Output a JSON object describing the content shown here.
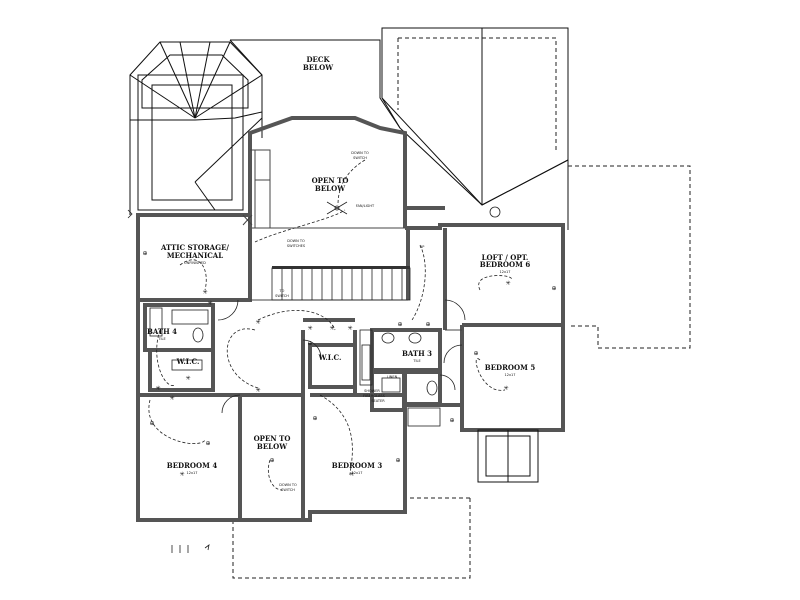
{
  "labels": {
    "deck": [
      "DECK",
      "BELOW"
    ],
    "open_upper": [
      "OPEN TO",
      "BELOW"
    ],
    "attic": [
      "ATTIC STORAGE/",
      "MECHANICAL"
    ],
    "attic_sub": "UNFINISHED",
    "loft": [
      "LOFT / OPT.",
      "BEDROOM 6"
    ],
    "loft_sub": "12x17",
    "bedroom5": "BEDROOM 5",
    "bedroom5_sub": "12x17",
    "bath4": "BATH 4",
    "bath4_sub": "TILE",
    "wic_left": "W.I.C.",
    "wic_center": "W.I.C.",
    "bath3": "BATH 3",
    "bath3_sub": "TILE",
    "linen": "LINEN",
    "shower": [
      "SHOWER",
      "FIBERGLASS",
      "SEATER"
    ],
    "bedroom4": "BEDROOM 4",
    "bedroom4_sub": "12x17",
    "open_lower": [
      "OPEN TO",
      "BELOW"
    ],
    "bedroom3": "BEDROOM 3",
    "bedroom3_sub": "12x17",
    "down_to_switch": [
      "DOWN TO",
      "SWITCH"
    ],
    "fan_light": "FAN/LIGHT",
    "down_to_switches": [
      "DOWN TO",
      "SWITCHES"
    ],
    "to_switch": [
      "TO",
      "SWITCH"
    ],
    "down_to_switch_lower": [
      "DOWN TO",
      "SWITCH"
    ],
    "up": "UP"
  },
  "symbols": {
    "outlet": "⊕",
    "light": "✳"
  }
}
